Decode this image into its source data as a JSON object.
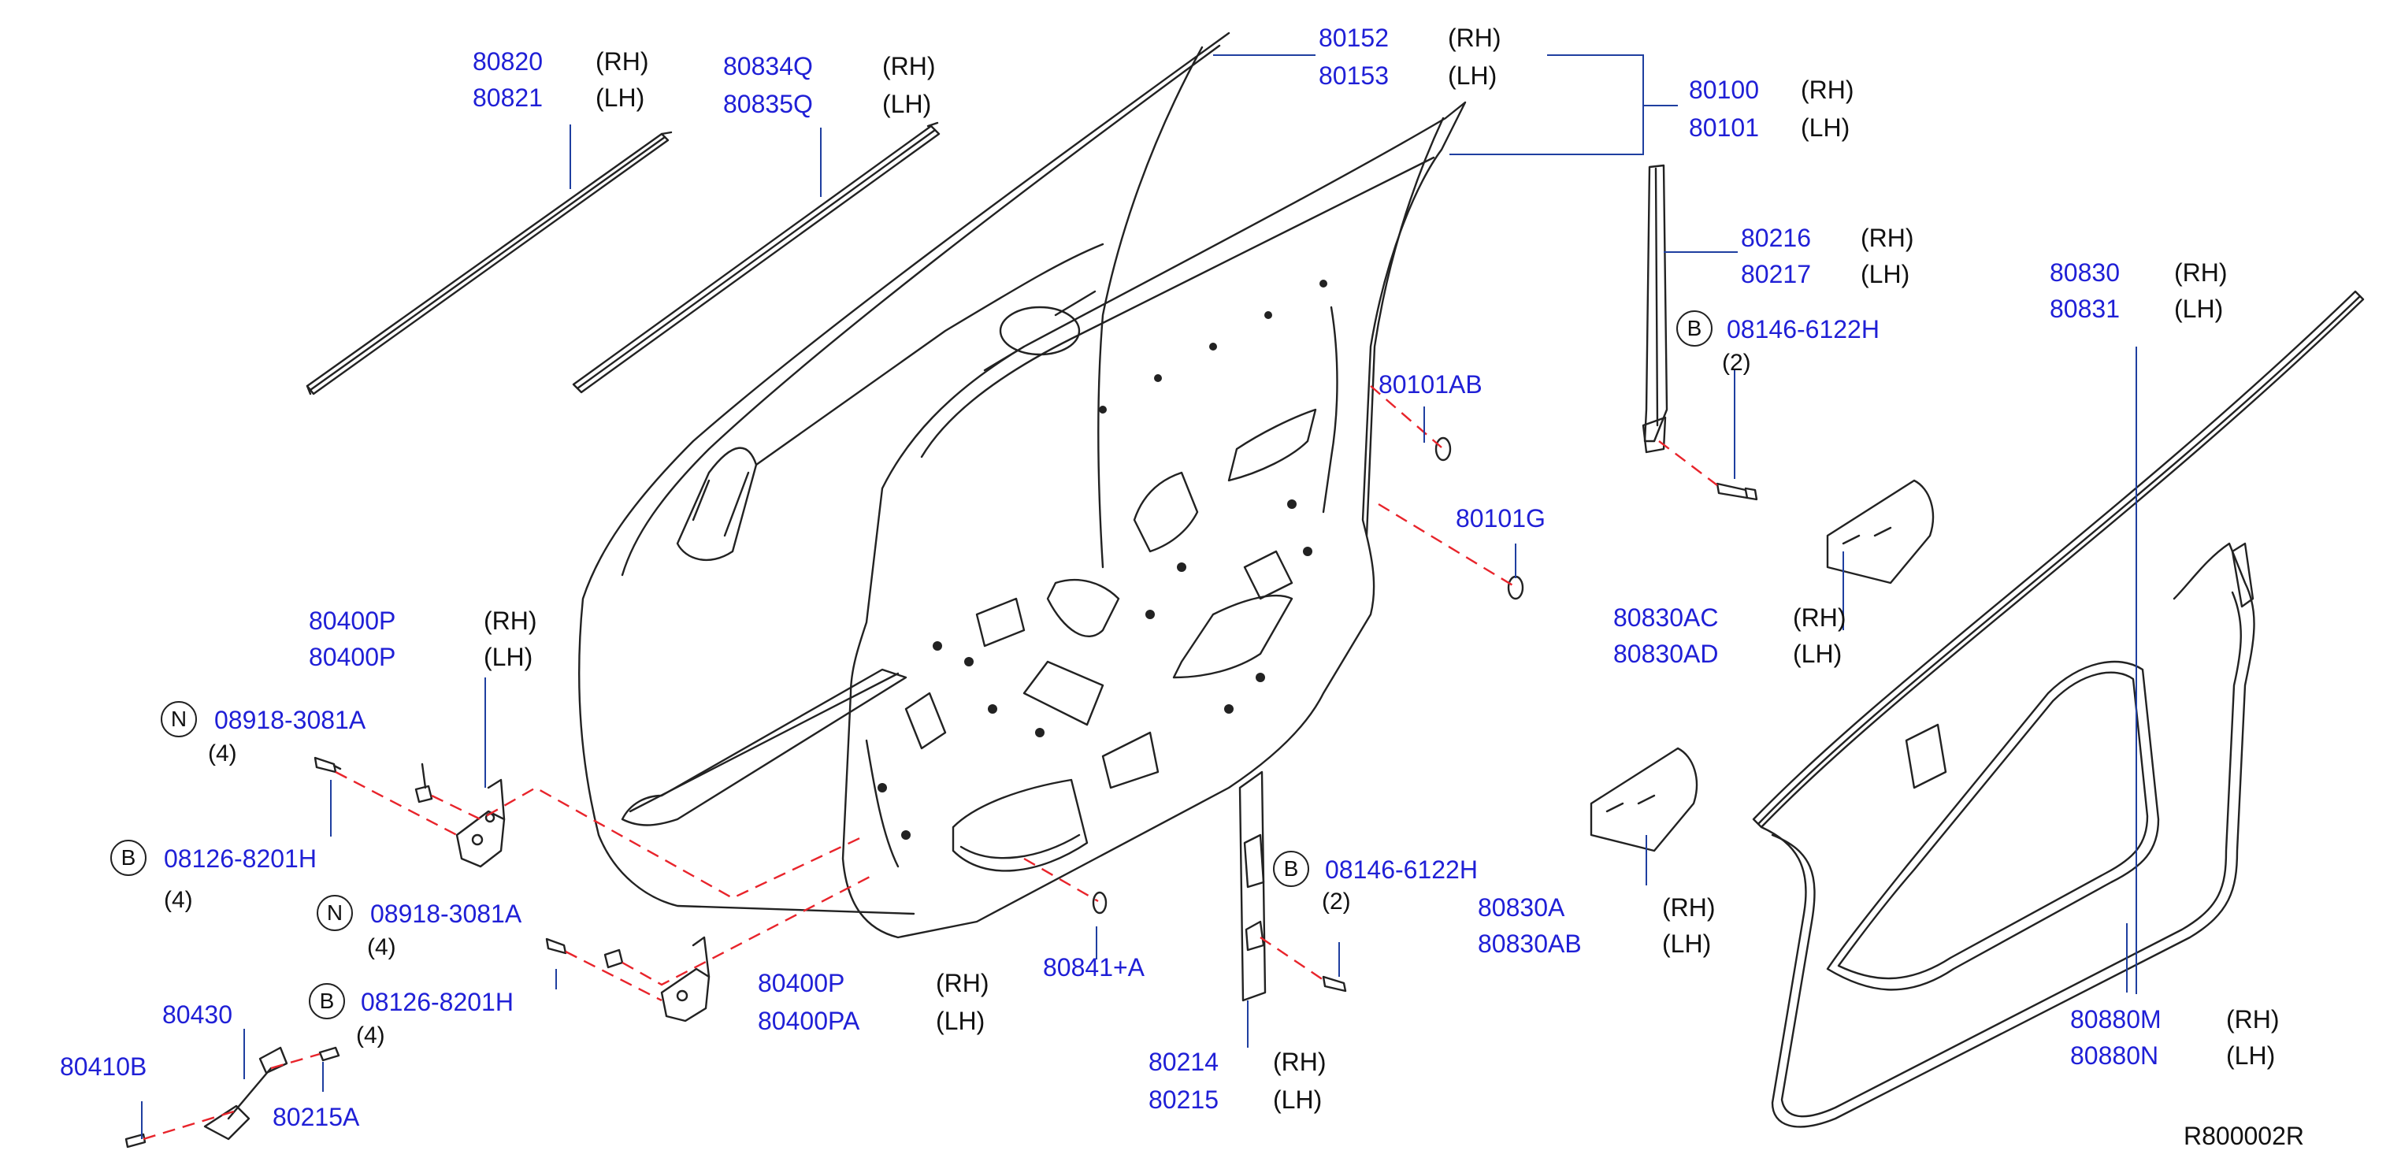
{
  "diagram": {
    "reference_code": "R800002R",
    "colors": {
      "part_number": "#1f1fd6",
      "leader_line": "#1f3fa0",
      "dashed_line": "#e8242b",
      "drawing": "#222222"
    },
    "callouts": [
      {
        "name": "callout-80820",
        "parts": [
          "80820",
          "80821"
        ],
        "sides": [
          "(RH)",
          "(LH)"
        ]
      },
      {
        "name": "callout-80834q",
        "parts": [
          "80834Q",
          "80835Q"
        ],
        "sides": [
          "(RH)",
          "(LH)"
        ]
      },
      {
        "name": "callout-80152",
        "parts": [
          "80152",
          "80153"
        ],
        "sides": [
          "(RH)",
          "(LH)"
        ]
      },
      {
        "name": "callout-80100",
        "parts": [
          "80100",
          "80101"
        ],
        "sides": [
          "(RH)",
          "(LH)"
        ]
      },
      {
        "name": "callout-80216",
        "parts": [
          "80216",
          "80217"
        ],
        "sides": [
          "(RH)",
          "(LH)"
        ]
      },
      {
        "name": "callout-80830",
        "parts": [
          "80830",
          "80831"
        ],
        "sides": [
          "(RH)",
          "(LH)"
        ]
      },
      {
        "name": "callout-08146-upper",
        "badge": "B",
        "parts": [
          "08146-6122H"
        ],
        "qty": "(2)"
      },
      {
        "name": "callout-80101ab",
        "parts": [
          "80101AB"
        ]
      },
      {
        "name": "callout-80101g",
        "parts": [
          "80101G"
        ]
      },
      {
        "name": "callout-80830ac",
        "parts": [
          "80830AC",
          "80830AD"
        ],
        "sides": [
          "(RH)",
          "(LH)"
        ]
      },
      {
        "name": "callout-80400p-upper",
        "parts": [
          "80400P",
          "80400P"
        ],
        "sides": [
          "(RH)",
          "(LH)"
        ]
      },
      {
        "name": "callout-08918-upper",
        "badge": "N",
        "parts": [
          "08918-3081A"
        ],
        "qty": "(4)"
      },
      {
        "name": "callout-08126-upper",
        "badge": "B",
        "parts": [
          "08126-8201H"
        ],
        "qty": "(4)"
      },
      {
        "name": "callout-08918-lower",
        "badge": "N",
        "parts": [
          "08918-3081A"
        ],
        "qty": "(4)"
      },
      {
        "name": "callout-80400p-lower",
        "parts": [
          "80400P",
          "80400PA"
        ],
        "sides": [
          "(RH)",
          "(LH)"
        ]
      },
      {
        "name": "callout-08126-lower",
        "badge": "B",
        "parts": [
          "08126-8201H"
        ],
        "qty": "(4)"
      },
      {
        "name": "callout-80430",
        "parts": [
          "80430"
        ]
      },
      {
        "name": "callout-80410b",
        "parts": [
          "80410B"
        ]
      },
      {
        "name": "callout-80215a",
        "parts": [
          "80215A"
        ]
      },
      {
        "name": "callout-80841a",
        "parts": [
          "80841+A"
        ]
      },
      {
        "name": "callout-08146-lower",
        "badge": "B",
        "parts": [
          "08146-6122H"
        ],
        "qty": "(2)"
      },
      {
        "name": "callout-80830a",
        "parts": [
          "80830A",
          "80830AB"
        ],
        "sides": [
          "(RH)",
          "(LH)"
        ]
      },
      {
        "name": "callout-80214",
        "parts": [
          "80214",
          "80215"
        ],
        "sides": [
          "(RH)",
          "(LH)"
        ]
      },
      {
        "name": "callout-80880m",
        "parts": [
          "80880M",
          "80880N"
        ],
        "sides": [
          "(RH)",
          "(LH)"
        ]
      }
    ]
  }
}
